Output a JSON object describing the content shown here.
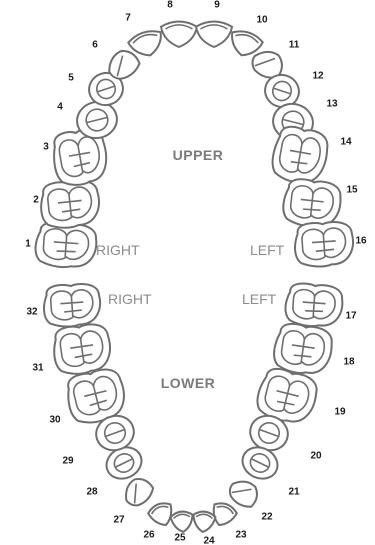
{
  "arches": {
    "upper": "UPPER",
    "lower": "LOWER"
  },
  "sides": {
    "upper_right": "RIGHT",
    "upper_left": "LEFT",
    "lower_right": "RIGHT",
    "lower_left": "LEFT"
  },
  "teeth": [
    {
      "number": "1"
    },
    {
      "number": "2"
    },
    {
      "number": "3"
    },
    {
      "number": "4"
    },
    {
      "number": "5"
    },
    {
      "number": "6"
    },
    {
      "number": "7"
    },
    {
      "number": "8"
    },
    {
      "number": "9"
    },
    {
      "number": "10"
    },
    {
      "number": "11"
    },
    {
      "number": "12"
    },
    {
      "number": "13"
    },
    {
      "number": "14"
    },
    {
      "number": "15"
    },
    {
      "number": "16"
    },
    {
      "number": "17"
    },
    {
      "number": "18"
    },
    {
      "number": "19"
    },
    {
      "number": "20"
    },
    {
      "number": "21"
    },
    {
      "number": "22"
    },
    {
      "number": "23"
    },
    {
      "number": "24"
    },
    {
      "number": "25"
    },
    {
      "number": "26"
    },
    {
      "number": "27"
    },
    {
      "number": "28"
    },
    {
      "number": "29"
    },
    {
      "number": "30"
    },
    {
      "number": "31"
    },
    {
      "number": "32"
    }
  ],
  "colors": {
    "outline": "#6e6e6e",
    "label": "#1a1a1a",
    "arch_label": "#7a7a7a",
    "side_label": "#8c8c8c"
  }
}
